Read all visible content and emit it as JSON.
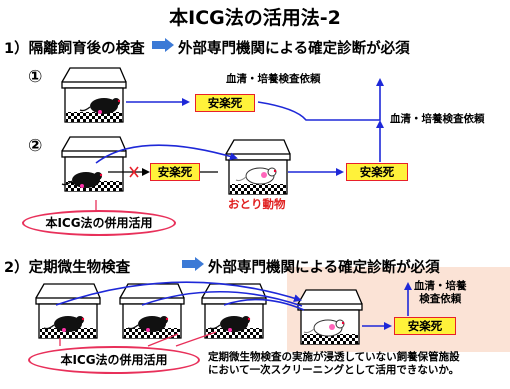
{
  "title": "本ICG法の活用法-2",
  "section1": {
    "heading_left": "1）隔離飼育後の検査",
    "heading_right": "外部専門機関による確定診断が必須",
    "route1_marker": "①",
    "route2_marker": "②",
    "label_request_1": "血清・培養検査依頼",
    "label_request_2": "血清・培養検査依頼",
    "euthanasia_1": "安楽死",
    "euthanasia_2a": "安楽死",
    "euthanasia_2b": "安楽死",
    "decoy_animal": "おとり動物",
    "combined_use": "本ICG法の併用活用"
  },
  "section2": {
    "heading_left": "2）定期微生物検査",
    "heading_right": "外部専門機関による確定診断が必須",
    "label_request": "血清・培養\n検査依頼",
    "euthanasia": "安楽死",
    "combined_use": "本ICG法の併用活用",
    "note_line1": "定期微生物検査の実施が浸透していない飼養保管施設",
    "note_line2": "において一次スクリーニングとして活用できないか。"
  },
  "colors": {
    "arrow_blue": "#1e28d8",
    "label_red": "#e8202a",
    "box_yellow": "#fff23a",
    "panel_peach": "#fbe3d6"
  }
}
